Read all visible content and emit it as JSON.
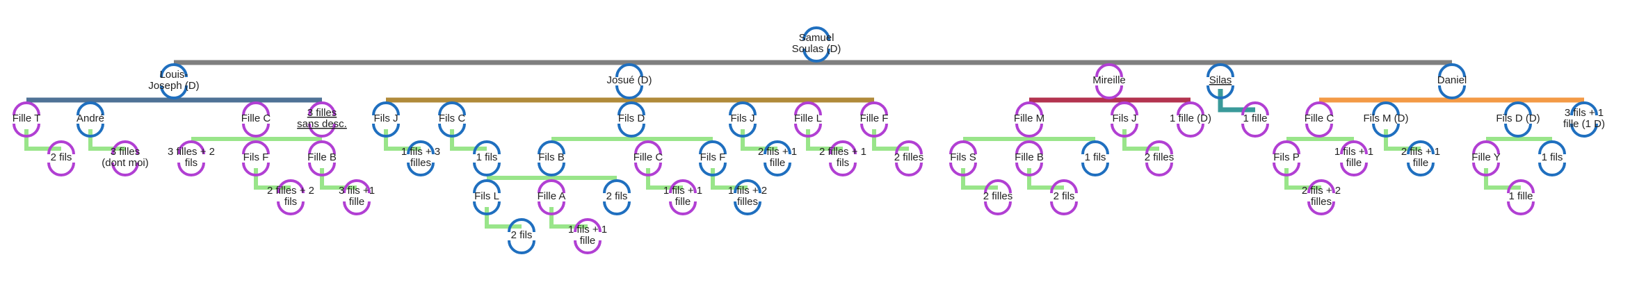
{
  "colors": {
    "root_branch": "#7f7f7f",
    "louis_branch": "#4f7296",
    "josue_branch": "#b08a3a",
    "mireille_branch": "#b3334f",
    "silas_branch": "#3a9a9a",
    "daniel_branch": "#f39a46",
    "child_branch": "#99e58a",
    "male_arc": "#1f6fbf",
    "female_arc": "#b13fd3"
  },
  "nodes": {
    "samuel": "Samuel\nSoulas (D)",
    "louis": "Louis-\nJoseph (D)",
    "josue": "Josué (D)",
    "mireille": "Mireille",
    "silas": "Silas",
    "daniel": "Daniel",
    "lj_fille_t": "Fille T",
    "lj_andre": "André",
    "lj_fille_c": "Fille C",
    "lj_3filles": "3 filles\nsans desc.",
    "lj_ft_2fils": "2 fils",
    "lj_an_3filles": "3 filles\n(dont moi)",
    "lj_fc_3f2f": "3 filles + 2\nfils",
    "lj_fils_f": "Fils F",
    "lj_fille_b": "Fille B",
    "lj_ff_2f2f": "2 filles + 2\nfils",
    "lj_fb_3f1f": "3 fils +1\nfille",
    "jo_fils_j": "Fils J",
    "jo_fils_c": "Fils C",
    "jo_fils_d": "Fils D",
    "jo_fils_j2": "Fils J",
    "jo_fille_l": "Fille L",
    "jo_fille_f": "Fille F",
    "jo_fj_1f3f": "1 fils + 3\nfilles",
    "jo_fc_1fils": "1 fils",
    "jo_fils_b": "Fils B",
    "jo_fille_c": "Fille C",
    "jo_fils_f": "Fils F",
    "jo_fj2_2f1f": "2 fils + 1\nfille",
    "jo_fl_2f1f": "2 filles + 1\nfils",
    "jo_ff_2filles": "2 filles",
    "jo_fils_l": "Fils L",
    "jo_fille_a": "Fille A",
    "jo_fb_2fils": "2 fils",
    "jo_fc_1f1f": "1 fils + 1\nfille",
    "jo_ff_1f2f": "1 fils + 2\nfilles",
    "jo_fl_2fils": "2 fils",
    "jo_fa_1f1f": "1 fils + 1\nfille",
    "mi_fille_m": "Fille M",
    "mi_fils_j": "Fils J",
    "mi_1fille_d": "1 fille (D)",
    "mi_fils_s": "Fils S",
    "mi_fille_b": "Fille B",
    "mi_1fils": "1 fils",
    "mi_fj_2filles": "2 filles",
    "mi_fs_2filles": "2 filles",
    "mi_fb_2fils": "2 fils",
    "si_1fille": "1 fille",
    "da_fille_c": "Fille C",
    "da_fils_m": "Fils M (D)",
    "da_fils_d": "Fils D (D)",
    "da_3f1f": "3 fils + 1\nfille (1 D)",
    "da_fils_p": "Fils P",
    "da_fc_1f1f": "1 fils + 1\nfille",
    "da_fm_2f1f": "2 fils + 1\nfille",
    "da_fille_y": "Fille Y",
    "da_fd_1fils": "1 fils",
    "da_fp_2f2f": "2 fils + 2\nfilles",
    "da_fy_1fille": "1 fille"
  }
}
